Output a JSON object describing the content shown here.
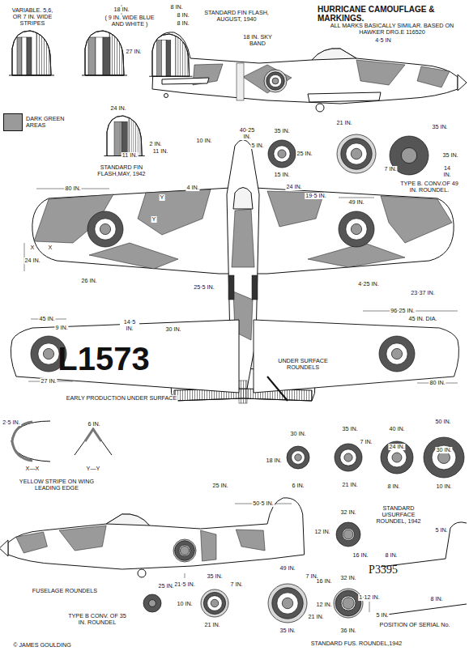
{
  "diagram": {
    "title": "HURRICANE CAMOUFLAGE & MARKINGS.",
    "labels": [
      "VARIABLE. 5,6, OR 7 IN. WIDE STRIPES",
      "18 IN.",
      "( 9 IN. WIDE BLUE AND WHITE )",
      "8 IN.",
      "8 IN.",
      "8 IN.",
      "STANDARD FIN FLASH, AUGUST, 1940",
      "ALL MARKS BASICALLY SIMILAR. BASED ON HAWKER DRG.E 116520",
      "27 IN.",
      "18 IN. SKY BAND",
      "4·5 IN",
      "24 IN.",
      "10 IN.",
      "40·25 IN.",
      "5 IN.",
      "35 IN.",
      "21 IN.",
      "35 IN.",
      "25 IN.",
      "35 IN.",
      "15 IN.",
      "7 IN.",
      "14 IN.",
      "2 IN.",
      "11 IN.",
      "11 IN.",
      "STANDARD FIN FLASH,MAY, 1942",
      "TYPE B. CONV.OF 49 IN. ROUNDEL.",
      "24 IN.",
      "19·5 IN.",
      "49 IN.",
      "80 IN.",
      "4 IN.",
      "Y",
      "Y",
      "X",
      "X",
      "24 IN.",
      "26 IN.",
      "25·5 IN.",
      "4·25 IN.",
      "23·37 IN.",
      "96·25 IN.",
      "45 IN. DIA.",
      "45 IN.",
      "9 IN.",
      "14·5 IN.",
      "30 IN.",
      "L1573",
      "27 IN.",
      "UNDER SURFACE ROUNDELS",
      "80 IN.",
      "EARLY PRODUCTION UNDER SURFACE",
      "2·5 IN.",
      "6 IN.",
      "X—X",
      "Y—Y",
      "YELLOW STRIPE ON WING LEADING EDGE",
      "30 IN.",
      "35 IN.",
      "40 IN.",
      "50 IN.",
      "7 IN.",
      "18 IN.",
      "24 IN.",
      "30 IN.",
      "6 IN.",
      "21 IN.",
      "8 IN.",
      "10 IN.",
      "25 IN.",
      "50·5 IN.",
      "32 IN.",
      "STANDARD U/SURFACE ROUNDEL, 1942",
      "5 IN.",
      "12 IN.",
      "16 IN.",
      "8 IN.",
      "21·5 IN.",
      "35 IN.",
      "49 IN.",
      "7 IN.",
      "7 IN.",
      "FUSELAGE ROUNDELS",
      "25 IN.",
      "10 IN.",
      "16 IN.",
      "32 IN.",
      "P3395",
      "12 IN.",
      "1·12 IN.",
      "5 IN.",
      "8 IN.",
      "21 IN.",
      "21 IN.",
      "35 IN.",
      "TYPE B CONV. OF 35 IN. ROUNDEL",
      "POSITION OF SERIAL No.",
      "36 IN.",
      "STANDARD FUS. ROUNDEL,1942",
      "© JAMES GOULDING"
    ],
    "legend": [
      {
        "text": "DARK GREEN AREAS",
        "color": "#9a9a9a"
      }
    ]
  }
}
